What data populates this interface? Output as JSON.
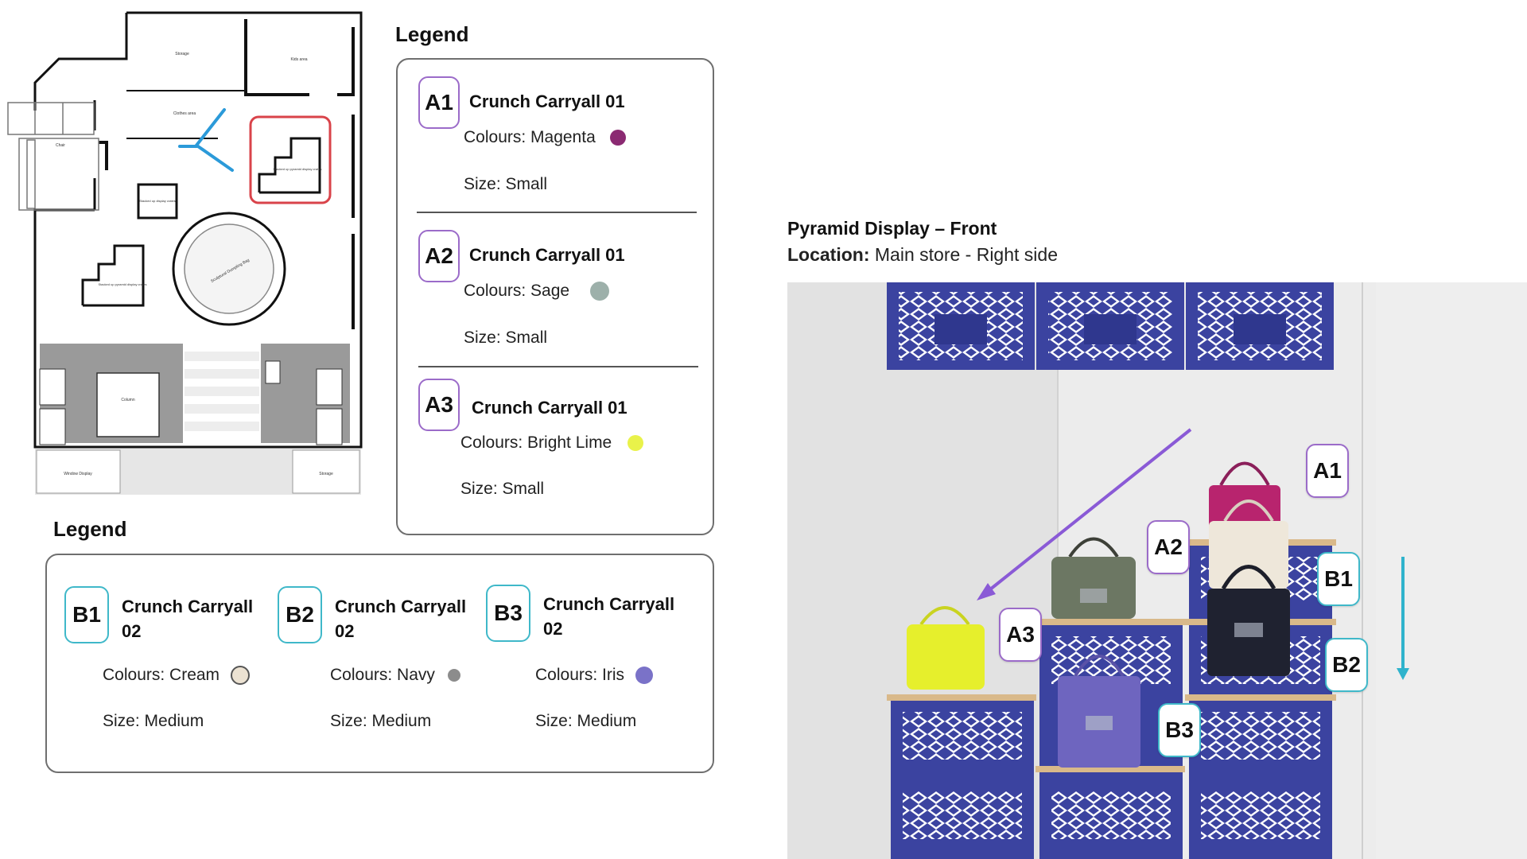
{
  "floorplan": {
    "rooms": {
      "storage_top": "Storage",
      "kids_area": "Kids area",
      "clothes_area": "Clothes area",
      "chair": "Chair",
      "stacked_display": "Stacked up display crates",
      "stacked_pyramid_highlight": "Stacked up pyramid display crates",
      "stacked_pyramid_left": "Stacked up pyramid display crates",
      "sculptural_bag": "Sculptural Dumpling Bag",
      "column": "Column",
      "window_display": "Window Display",
      "storage_bottom": "Storage"
    },
    "colors": {
      "highlight": "#d9434a",
      "arrow": "#2b9ad9",
      "shaded": "#9a9a9a"
    }
  },
  "legend_a": {
    "heading": "Legend",
    "items": [
      {
        "code": "A1",
        "name": "Crunch Carryall 01",
        "colours": "Colours: Magenta",
        "size": "Size: Small",
        "swatch": "#8b2a72"
      },
      {
        "code": "A2",
        "name": "Crunch Carryall 01",
        "colours": "Colours: Sage",
        "size": "Size: Small",
        "swatch": "#9db0aa"
      },
      {
        "code": "A3",
        "name": "Crunch Carryall 01",
        "colours": "Colours: Bright Lime",
        "size": "Size: Small",
        "swatch": "#e9f24a"
      }
    ]
  },
  "legend_b": {
    "heading": "Legend",
    "items": [
      {
        "code": "B1",
        "name_line1": "Crunch Carryall",
        "name_line2": "02",
        "colours": "Colours: Cream",
        "size": "Size: Medium",
        "swatch": "#ece2d2"
      },
      {
        "code": "B2",
        "name_line1": "Crunch Carryall",
        "name_line2": "02",
        "colours": "Colours: Navy",
        "size": "Size: Medium",
        "swatch": "#8c8c8c"
      },
      {
        "code": "B3",
        "name_line1": "Crunch Carryall",
        "name_line2": "02",
        "colours": "Colours: Iris",
        "size": "Size: Medium",
        "swatch": "#7a72c8"
      }
    ]
  },
  "photo": {
    "title": "Pyramid Display – Front",
    "location_label": "Location:",
    "location_value": "Main store - Right side",
    "callouts": [
      "A1",
      "A2",
      "A3",
      "B1",
      "B2",
      "B3"
    ],
    "colors": {
      "crate": "#3b43a0",
      "shelf": "#d9b98a",
      "purple_arrow": "#8a5ad6",
      "teal_arrow": "#2fb3cc"
    }
  }
}
